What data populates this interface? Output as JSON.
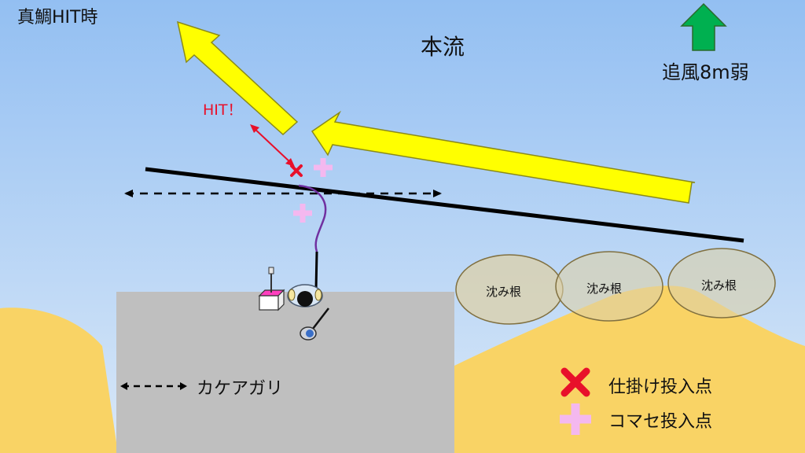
{
  "title": "真鯛HIT時",
  "main_current_label": "本流",
  "wind_label": "追風8m弱",
  "hit_label": "HIT！",
  "rocks": [
    "沈み根",
    "沈み根",
    "沈み根"
  ],
  "ledge_label": "カケアガリ",
  "legend": {
    "rig_drop_point": "仕掛け投入点",
    "chum_drop_point": "コマセ投入点"
  },
  "colors": {
    "sky_top": "#93bff2",
    "sky_bottom": "#d9e8f8",
    "sand": "#f9d365",
    "pier": "#bfbfbf",
    "current_arrow": "#ffff00",
    "wind_arrow": "#00b050",
    "rig_mark": "#e8102a",
    "chum_mark": "#f4b8ef",
    "rock_fill": "#dcd0a8",
    "line_color": "#7030a0"
  }
}
